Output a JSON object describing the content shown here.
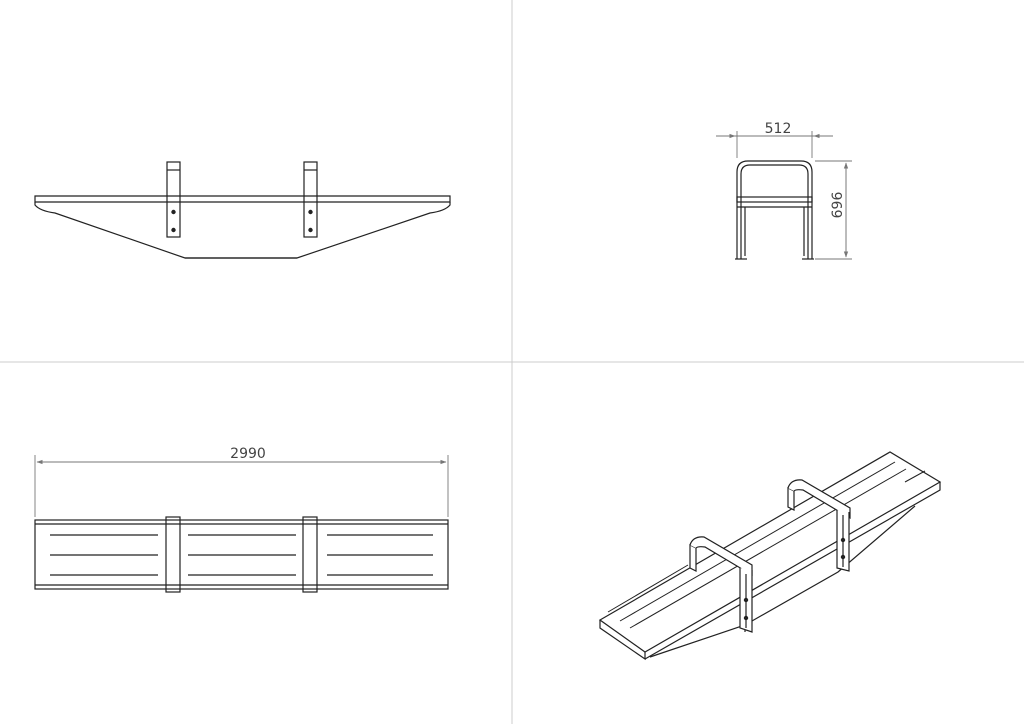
{
  "dimensions": {
    "width_label": "512",
    "height_label": "696",
    "length_label": "2990"
  },
  "colors": {
    "outline": "#222222",
    "dimension": "#777777",
    "divider": "#cccccc",
    "background": "#ffffff"
  },
  "views": [
    "front-view",
    "side-view",
    "top-view",
    "isometric-view"
  ]
}
